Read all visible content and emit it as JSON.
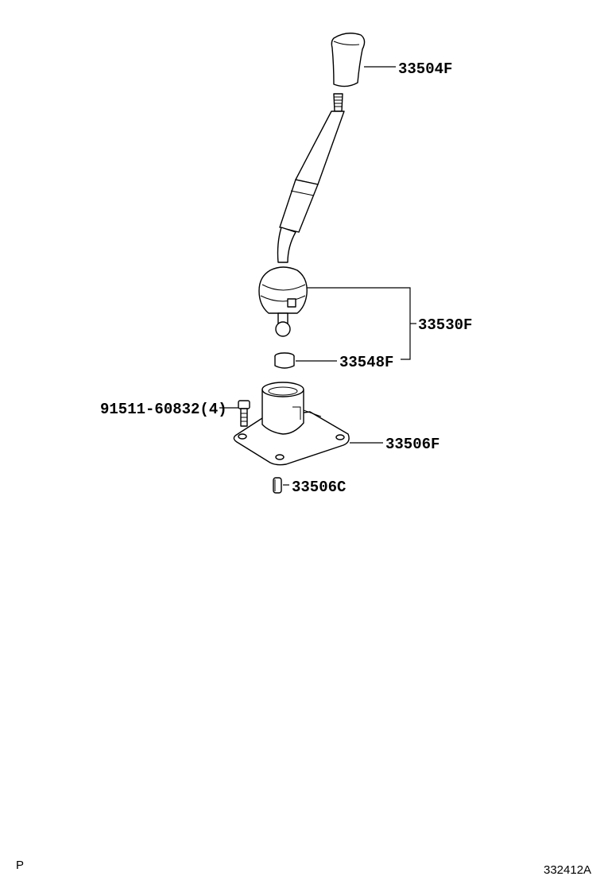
{
  "labels": {
    "knob": "33504F",
    "lever_assy": "33530F",
    "bushing": "33548F",
    "bolt": "91511-60832(4)",
    "retainer": "33506F",
    "pin": "33506C"
  },
  "footer": {
    "left_mark": "P",
    "code": "332412A"
  }
}
